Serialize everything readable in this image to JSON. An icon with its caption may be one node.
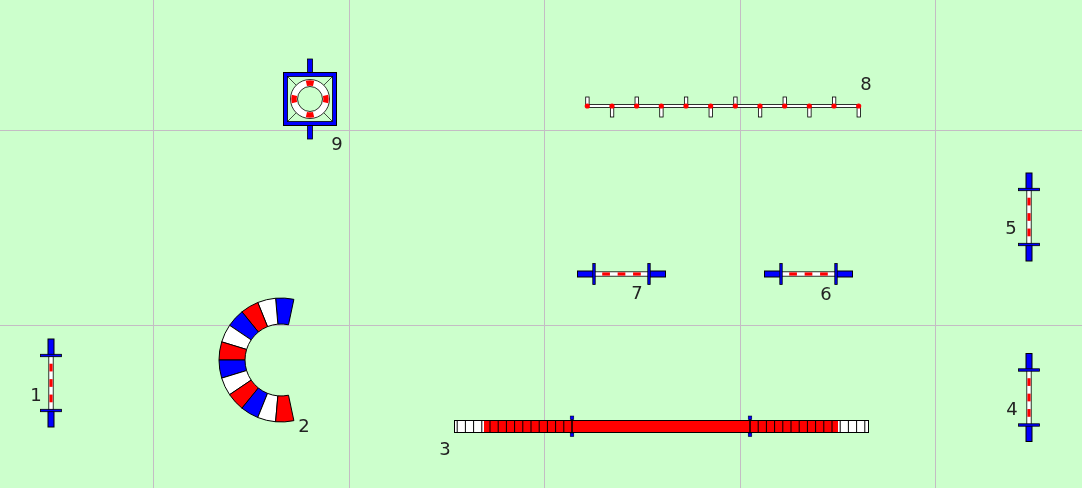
{
  "diagram": {
    "labels": [
      "8",
      "9",
      "5",
      "7",
      "6",
      "1",
      "4",
      "2",
      "3"
    ]
  }
}
